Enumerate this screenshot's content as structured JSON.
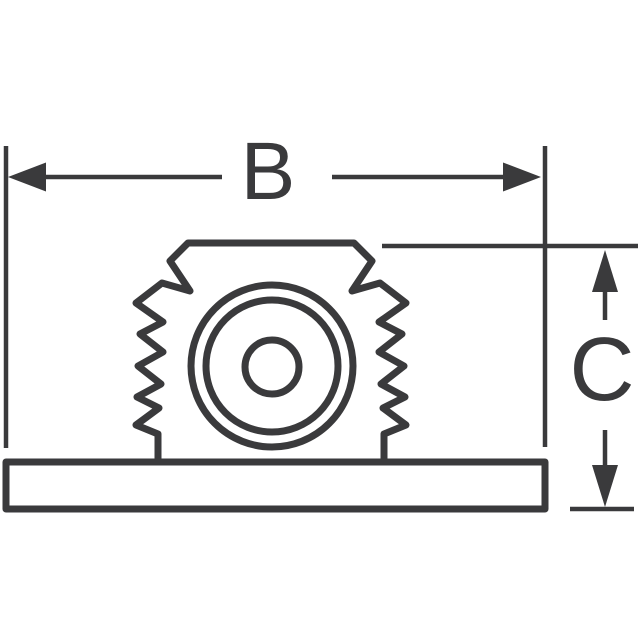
{
  "drawing": {
    "type": "technical-dimension-diagram",
    "subject": "serrated clinch nut mounted on base plate, front view",
    "labels": {
      "b": "B",
      "c": "C"
    },
    "colors": {
      "line": "#3a3a3c",
      "background": "#ffffff"
    },
    "dimensions": {
      "b_meaning": "overall width between extension lines",
      "c_meaning": "height from top of nut body to bottom of base plate"
    }
  }
}
